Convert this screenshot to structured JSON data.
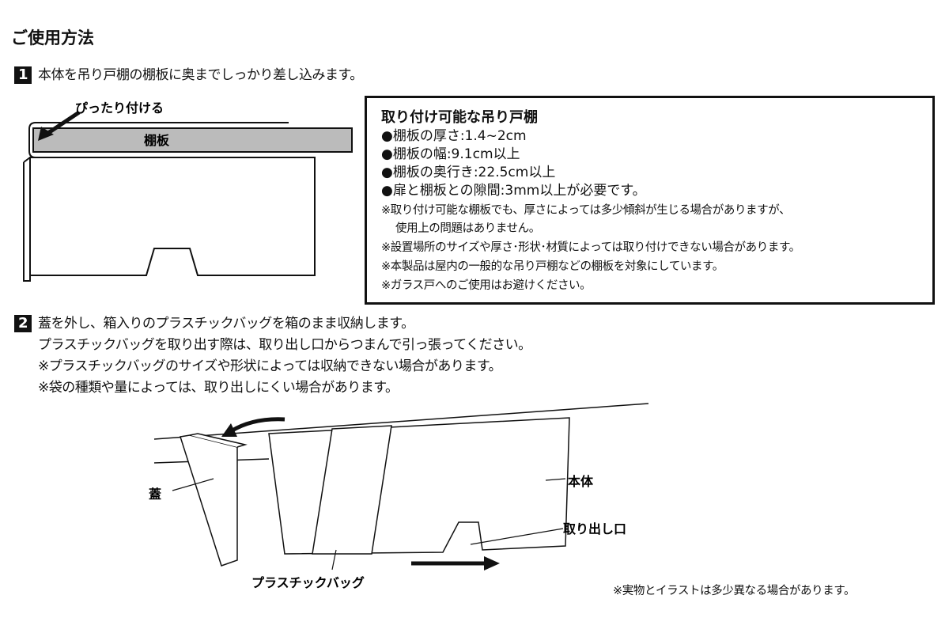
{
  "title": "ご使用方法",
  "step1": {
    "number": "1",
    "text": "本体を吊り戸棚の棚板に奥までしっかり差し込みます。",
    "illustration": {
      "callout": "ぴったり付ける",
      "shelf_label": "棚板"
    }
  },
  "spec_box": {
    "heading": "取り付け可能な吊り戸棚",
    "bullets": [
      "●棚板の厚さ:1.4~2cm",
      "●棚板の幅:9.1cm以上",
      "●棚板の奥行き:22.5cm以上",
      "●扉と棚板との隙間:3mm以上が必要です。"
    ],
    "notes": [
      "※取り付け可能な棚板でも、厚さによっては多少傾斜が生じる場合がありますが、",
      "使用上の問題はありません。",
      "※設置場所のサイズや厚さ･形状･材質によっては取り付けできない場合があります。",
      "※本製品は屋内の一般的な吊り戸棚などの棚板を対象にしています。",
      "※ガラス戸へのご使用はお避けください。"
    ]
  },
  "step2": {
    "number": "2",
    "lines": [
      "蓋を外し、箱入りのプラスチックバッグを箱のまま収納します。",
      "プラスチックバッグを取り出す際は、取り出し口からつまんで引っ張ってください。",
      "※プラスチックバッグのサイズや形状によっては収納できない場合があります。",
      "※袋の種類や量によっては、取り出しにくい場合があります。"
    ],
    "illustration": {
      "lid_label": "蓋",
      "body_label": "本体",
      "opening_label": "取り出し口",
      "bag_label": "プラスチックバッグ"
    }
  },
  "footnote": "※実物とイラストは多少異なる場合があります。"
}
